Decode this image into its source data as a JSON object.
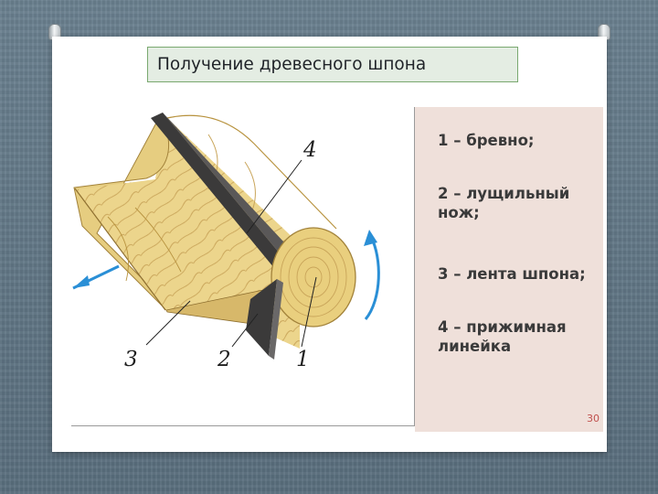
{
  "slide": {
    "title": "Получение древесного шпона",
    "page_number": "30"
  },
  "figure": {
    "labels": [
      "4",
      "3",
      "2",
      "1"
    ]
  },
  "legend": {
    "items": [
      "1 – бревно;",
      "2 – лущильный нож;",
      "3 – лента шпона;",
      "4 – прижимная линейка"
    ]
  },
  "colors": {
    "wood": "#ecd58c",
    "wood_grain": "#b8933f",
    "knife": "#3b3a3a",
    "arrow": "#2a8fd6",
    "legend_bg": "#efe0da",
    "title_bg": "#e4ede3",
    "title_border": "#79a86f"
  }
}
